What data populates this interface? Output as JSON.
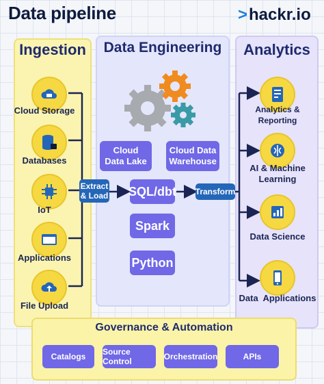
{
  "title": "Data pipeline",
  "brand": {
    "mark": ">",
    "name": "hackr.io"
  },
  "ingestion": {
    "heading": "Ingestion",
    "items": [
      {
        "label": "Cloud Storage",
        "icon": "cloud-storage-icon"
      },
      {
        "label": "Databases",
        "icon": "database-lock-icon"
      },
      {
        "label": "IoT",
        "icon": "iot-icon"
      },
      {
        "label": "Applications",
        "icon": "app-window-icon"
      },
      {
        "label": "File Upload",
        "icon": "cloud-upload-icon"
      }
    ]
  },
  "extract_load": "Extract\n& Load",
  "engineering": {
    "heading": "Data Engineering",
    "storage": [
      "Cloud\nData Lake",
      "Cloud Data\nWarehouse"
    ],
    "tools": [
      "SQL/dbt",
      "Spark",
      "Python"
    ]
  },
  "transform": "Transform",
  "analytics": {
    "heading": "Analytics",
    "items": [
      {
        "label": "Analytics & Reporting",
        "icon": "report-icon"
      },
      {
        "label": "AI & Machine\nLearning",
        "icon": "ai-brain-icon"
      },
      {
        "label": "Data Science",
        "icon": "data-science-icon"
      },
      {
        "label": "Data  Applications",
        "icon": "data-app-icon"
      }
    ]
  },
  "governance": {
    "heading": "Governance & Automation",
    "items": [
      "Catalogs",
      "Source Control",
      "Orchestration",
      "APIs"
    ]
  },
  "colors": {
    "yellow": "#f6d842",
    "purple": "#7068e6",
    "blue": "#2466b8",
    "navy": "#0e1b3d",
    "gear_gray": "#a7aaae",
    "gear_orange": "#f08b1f",
    "gear_teal": "#3a9aa6"
  }
}
